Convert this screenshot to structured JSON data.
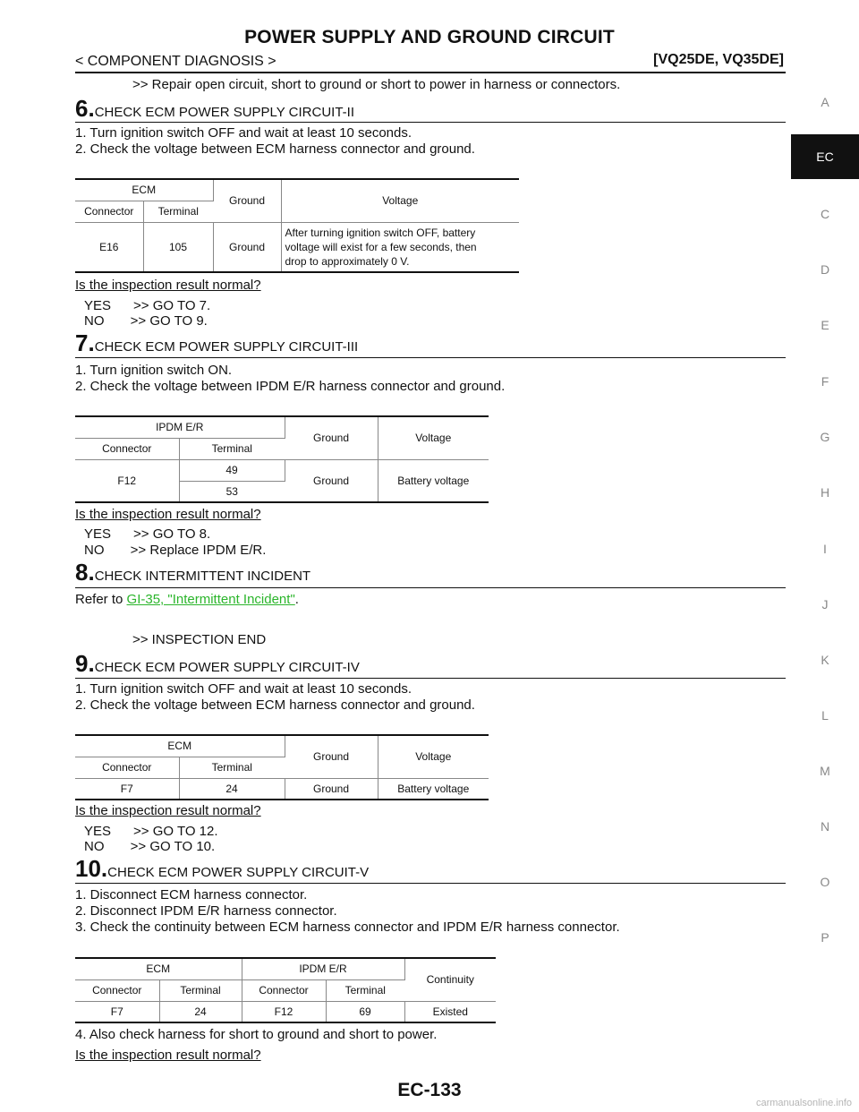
{
  "header": {
    "title": "POWER SUPPLY AND GROUND CIRCUIT",
    "breadcrumb": "< COMPONENT DIAGNOSIS >",
    "model": "[VQ25DE, VQ35DE]"
  },
  "side_tabs": [
    "A",
    "EC",
    "C",
    "D",
    "E",
    "F",
    "G",
    "H",
    "I",
    "J",
    "K",
    "L",
    "M",
    "N",
    "O",
    "P"
  ],
  "side_tab_active": "EC",
  "top_line": ">> Repair open circuit, short to ground or short to power in harness or connectors.",
  "step6": {
    "num": "6.",
    "title": "CHECK ECM POWER SUPPLY CIRCUIT-II",
    "instr1": "1.  Turn ignition switch OFF and wait at least 10 seconds.",
    "instr2": "2.  Check the voltage between ECM harness connector and ground.",
    "table": {
      "h_group": "ECM",
      "h_ground": "Ground",
      "h_voltage": "Voltage",
      "h_connector": "Connector",
      "h_terminal": "Terminal",
      "connector": "E16",
      "terminal": "105",
      "ground": "Ground",
      "voltage_l1": "After turning ignition switch OFF, battery",
      "voltage_l2": "voltage will exist for a few seconds, then",
      "voltage_l3": "drop to approximately 0 V."
    },
    "question": "Is the inspection result normal?",
    "yes": "YES      >> GO TO 7.",
    "no": "NO       >> GO TO 9."
  },
  "step7": {
    "num": "7.",
    "title": "CHECK ECM POWER SUPPLY CIRCUIT-III",
    "instr1": "1.  Turn ignition switch ON.",
    "instr2": "2.  Check the voltage between IPDM E/R harness connector and ground.",
    "table": {
      "h_group": "IPDM E/R",
      "h_ground": "Ground",
      "h_voltage": "Voltage",
      "h_connector": "Connector",
      "h_terminal": "Terminal",
      "connector": "F12",
      "terminal1": "49",
      "terminal2": "53",
      "ground": "Ground",
      "voltage": "Battery voltage"
    },
    "question": "Is the inspection result normal?",
    "yes": "YES      >> GO TO 8.",
    "no": "NO       >> Replace IPDM E/R."
  },
  "step8": {
    "num": "8.",
    "title": "CHECK INTERMITTENT INCIDENT",
    "refer_prefix": "Refer to ",
    "refer_link": "GI-35, \"Intermittent Incident\"",
    "refer_suffix": ".",
    "end": ">> INSPECTION END"
  },
  "step9": {
    "num": "9.",
    "title": "CHECK ECM POWER SUPPLY CIRCUIT-IV",
    "instr1": "1.  Turn ignition switch OFF and wait at least 10 seconds.",
    "instr2": "2.  Check the voltage between ECM harness connector and ground.",
    "table": {
      "h_group": "ECM",
      "h_ground": "Ground",
      "h_voltage": "Voltage",
      "h_connector": "Connector",
      "h_terminal": "Terminal",
      "connector": "F7",
      "terminal": "24",
      "ground": "Ground",
      "voltage": "Battery voltage"
    },
    "question": "Is the inspection result normal?",
    "yes": "YES      >> GO TO 12.",
    "no": "NO       >> GO TO 10."
  },
  "step10": {
    "num": "10.",
    "title": "CHECK ECM POWER SUPPLY CIRCUIT-V",
    "instr1": "1.  Disconnect ECM harness connector.",
    "instr2": "2.  Disconnect IPDM E/R harness connector.",
    "instr3": "3.  Check the continuity between ECM harness connector and IPDM E/R harness connector.",
    "table": {
      "h_ecm": "ECM",
      "h_ipdm": "IPDM E/R",
      "h_continuity": "Continuity",
      "h_connector1": "Connector",
      "h_terminal1": "Terminal",
      "h_connector2": "Connector",
      "h_terminal2": "Terminal",
      "ecm_connector": "F7",
      "ecm_terminal": "24",
      "ipdm_connector": "F12",
      "ipdm_terminal": "69",
      "continuity": "Existed"
    },
    "instr4": "4.  Also check harness for short to ground and short to power.",
    "question": "Is the inspection result normal?"
  },
  "footer": {
    "page": "EC-133",
    "watermark": "carmanualsonline.info"
  }
}
